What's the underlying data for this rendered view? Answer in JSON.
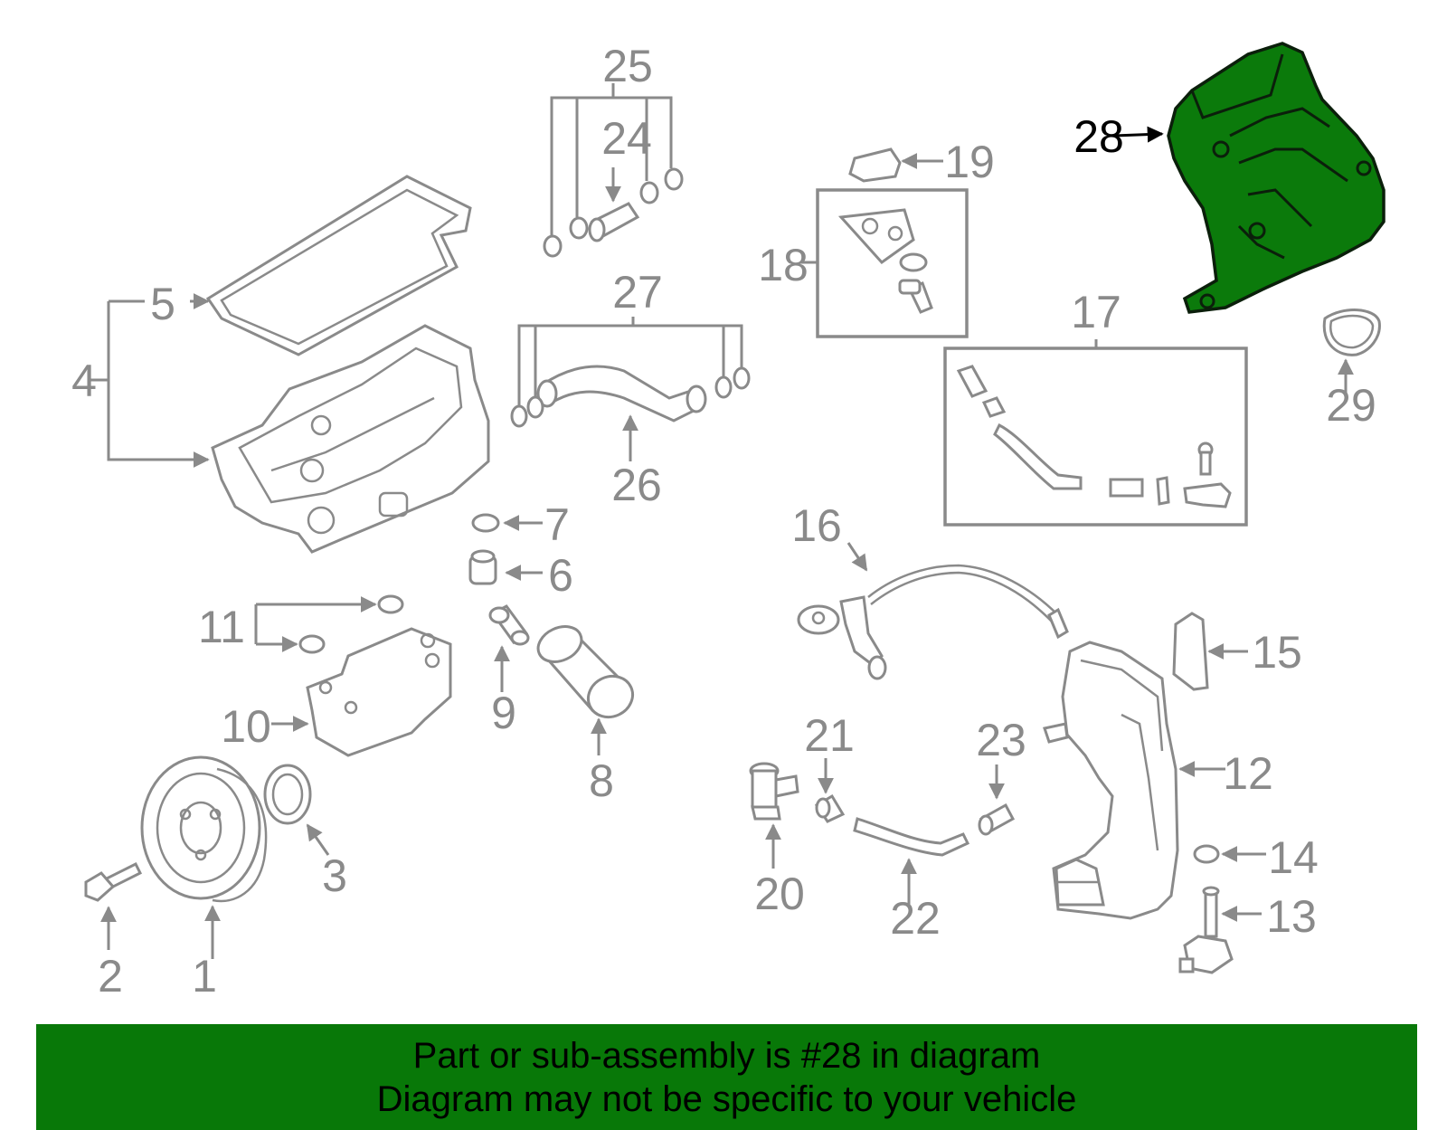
{
  "diagram": {
    "highlight_color": "#0b7a0b",
    "highlighted_part": "28",
    "callouts": [
      "1",
      "2",
      "3",
      "4",
      "5",
      "6",
      "7",
      "8",
      "9",
      "10",
      "11",
      "12",
      "13",
      "14",
      "15",
      "16",
      "17",
      "18",
      "19",
      "20",
      "21",
      "22",
      "23",
      "24",
      "25",
      "26",
      "27",
      "28",
      "29"
    ]
  },
  "banner": {
    "line1": "Part or sub-assembly is #28 in diagram",
    "line2": "Diagram may not be specific to your vehicle",
    "background": "#087808"
  }
}
